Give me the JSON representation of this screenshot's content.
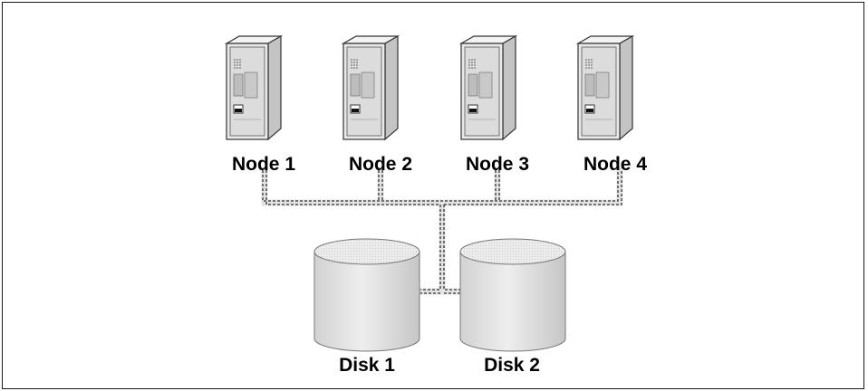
{
  "nodes": [
    {
      "label": "Node 1",
      "icon": "server-tower-icon"
    },
    {
      "label": "Node 2",
      "icon": "server-tower-icon"
    },
    {
      "label": "Node 3",
      "icon": "server-tower-icon"
    },
    {
      "label": "Node 4",
      "icon": "server-tower-icon"
    }
  ],
  "disks": [
    {
      "label": "Disk 1",
      "icon": "disk-cylinder-icon"
    },
    {
      "label": "Disk 2",
      "icon": "disk-cylinder-icon"
    }
  ],
  "colors": {
    "cable": "#e6e6e6",
    "cable_dash": "#333333",
    "device_outline": "#333333",
    "device_light": "#efefef",
    "device_mid": "#d9d9d9",
    "device_dark": "#bdbdbd"
  }
}
